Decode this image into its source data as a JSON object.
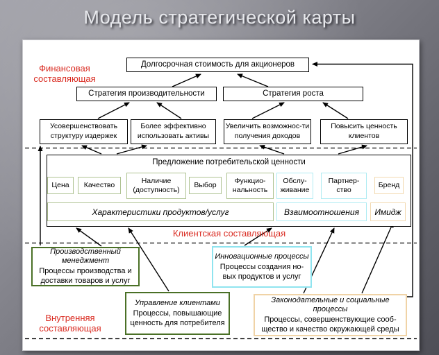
{
  "title": "Модель стратегической карты",
  "perspective_labels": {
    "financial": "Финансовая составляющая",
    "client": "Клиентская составляющая",
    "internal": "Внутренняя составляющая"
  },
  "financial": {
    "shareholder_value": "Долгосрочная стоимость для акционеров",
    "strategies": [
      "Стратегия производительности",
      "Стратегия роста"
    ],
    "objectives": [
      "Усовершенствовать структуру издержек",
      "Более эффективно использовать активы",
      "Увеличить возможнос-ти получения доходов",
      "Повысить ценность клиентов"
    ]
  },
  "value_proposition": {
    "title": "Предложение потребительской ценности",
    "attributes": [
      "Цена",
      "Качество",
      "Наличие (доступность)",
      "Выбор",
      "Функцио-нальность",
      "Обслу-живание",
      "Партнер-ство",
      "Бренд"
    ],
    "groups": [
      "Характеристики продуктов/услуг",
      "Взаимоотношения",
      "Имидж"
    ]
  },
  "internal_processes": [
    {
      "name": "Производственный менеджмент",
      "desc": "Процессы производства и доставки товаров и услуг"
    },
    {
      "name": "Инновационные процессы",
      "desc": "Процессы создания но-вых продуктов и услуг"
    },
    {
      "name": "Управление клиентами",
      "desc": "Процессы, повышающие ценность для потребителя"
    },
    {
      "name": "Законодательные и социальные процессы",
      "desc": "Процессы, совершенствующие сооб-щество и качество окружающей среды"
    }
  ],
  "colors": {
    "label_red": "#d9291f",
    "border_black": "#000000",
    "border_light_green": "#aec291",
    "border_dark_green": "#4a7026",
    "border_cyan": "#8fe4ef",
    "border_tan": "#f0d3a6"
  }
}
